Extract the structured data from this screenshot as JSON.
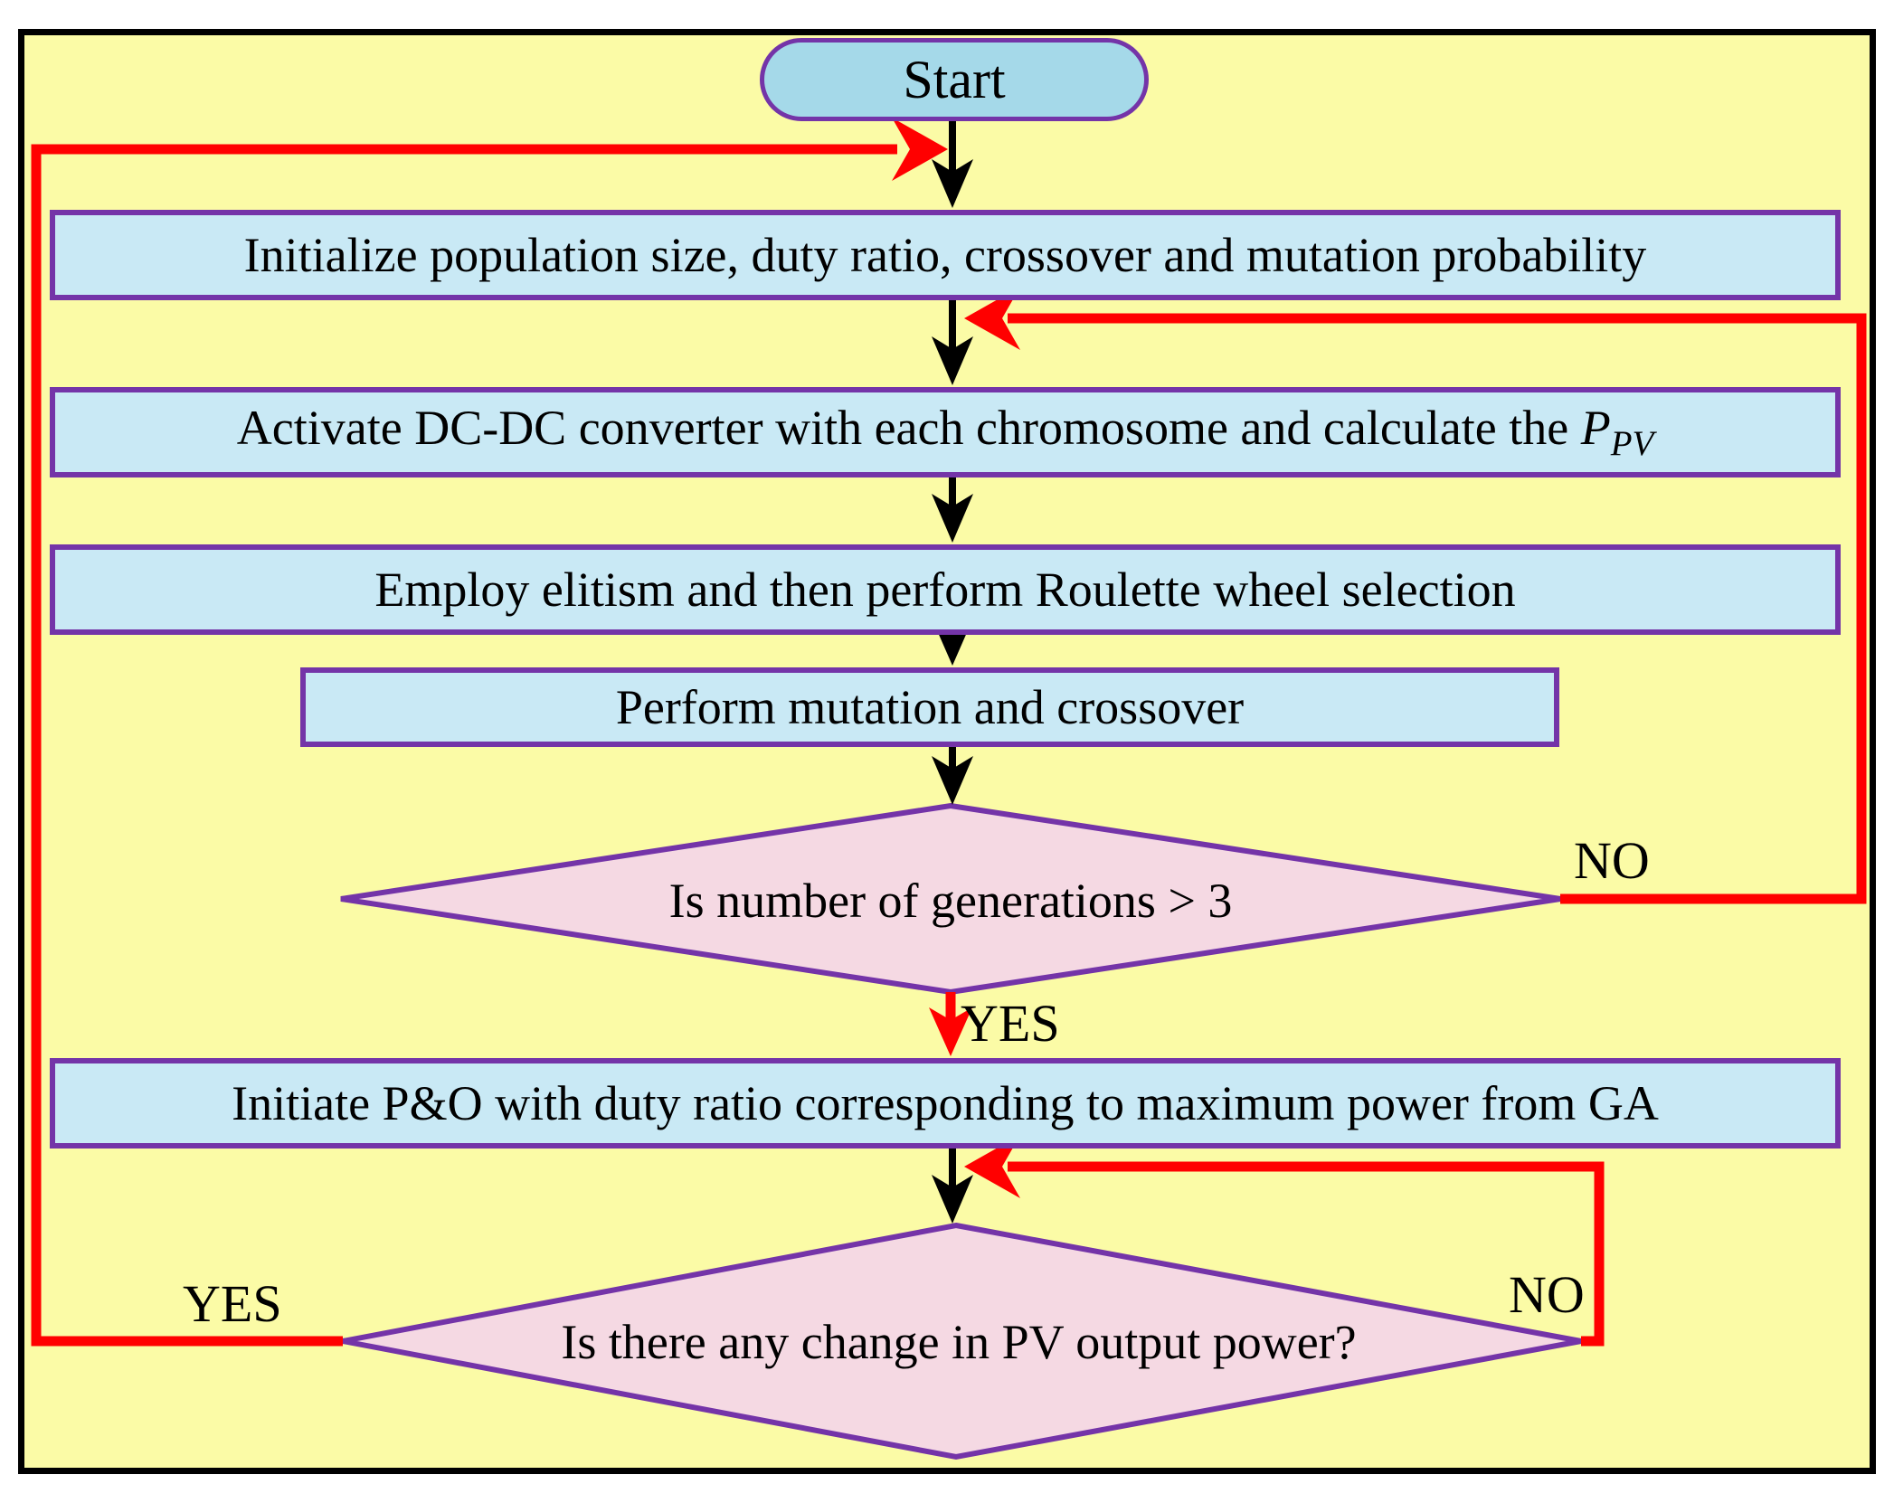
{
  "colors": {
    "background": "#FBFBA6",
    "process_fill": "#C9E9F5",
    "terminator_fill": "#A5D9E9",
    "decision_fill": "#F5D9E3",
    "border_purple": "#7434A8",
    "arrow_red": "#FF0000",
    "arrow_black": "#000000"
  },
  "nodes": {
    "start": {
      "label": "Start"
    },
    "initialize": {
      "label": "Initialize population size, duty ratio, crossover and mutation probability"
    },
    "activate": {
      "label_prefix": "Activate DC-DC converter with each chromosome and calculate the ",
      "symbol": "P",
      "symbol_sub": "PV"
    },
    "elitism": {
      "label": "Employ elitism and then perform Roulette wheel selection"
    },
    "mutation": {
      "label": "Perform mutation and crossover"
    },
    "generations_decision": {
      "label": "Is number of generations > 3"
    },
    "initiate_po": {
      "label": "Initiate P&O with duty ratio corresponding to maximum power from GA"
    },
    "pv_change_decision": {
      "label": "Is there any change in PV output power?"
    }
  },
  "edge_labels": {
    "generations_no": "NO",
    "generations_yes": "YES",
    "pv_change_no": "NO",
    "pv_change_yes": "YES"
  }
}
